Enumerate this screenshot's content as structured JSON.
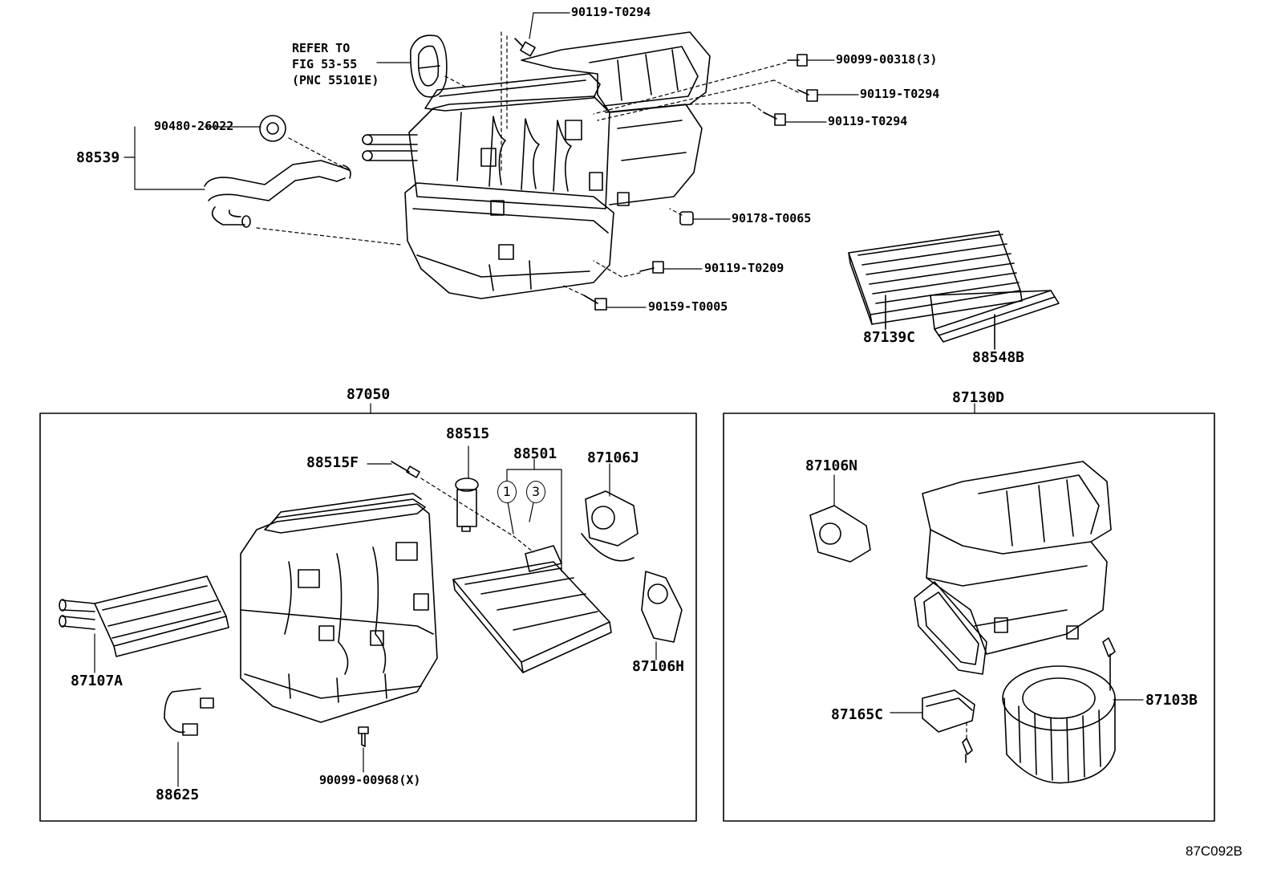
{
  "refer": {
    "line1": "REFER TO",
    "line2": "FIG 53-55",
    "line3": "(PNC 55101E)"
  },
  "top_labels": {
    "p90119_t0294_top": "90119-T0294",
    "p90099_00318": "90099-00318(3)",
    "p90119_t0294_b": "90119-T0294",
    "p90119_t0294_c": "90119-T0294",
    "p90480_26022": "90480-26022",
    "p88539": "88539",
    "p90178_t0065": "90178-T0065",
    "p90119_t0209": "90119-T0209",
    "p90159_t0005": "90159-T0005",
    "p87139c": "87139C",
    "p88548b": "88548B"
  },
  "left_box": {
    "title": "87050",
    "p88515": "88515",
    "p88515f": "88515F",
    "p88501": "88501",
    "p87106j": "87106J",
    "p87107a": "87107A",
    "p87106h": "87106H",
    "p88625": "88625",
    "p90099_00968": "90099-00968(X)",
    "circle1": "1",
    "circle3": "3"
  },
  "right_box": {
    "title": "87130D",
    "p87106n": "87106N",
    "p87165c": "87165C",
    "p87103b": "87103B"
  },
  "diagram_code": "87C092B"
}
